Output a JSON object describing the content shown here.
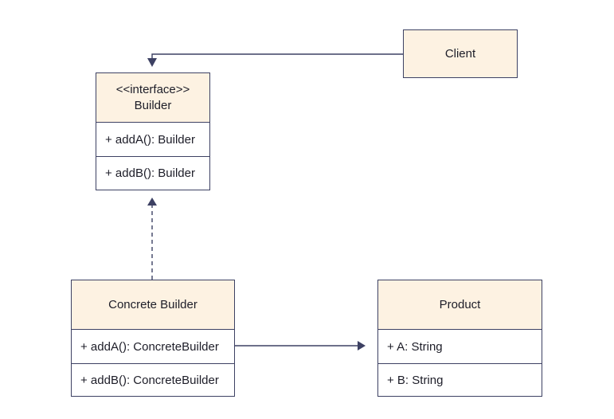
{
  "client": {
    "name": "Client"
  },
  "builder": {
    "stereotype": "<<interface>>",
    "name": "Builder",
    "methods": [
      "+ addA(): Builder",
      "+ addB(): Builder"
    ]
  },
  "concrete_builder": {
    "name": "Concrete Builder",
    "methods": [
      "+ addA(): ConcreteBuilder",
      "+ addB(): ConcreteBuilder"
    ]
  },
  "product": {
    "name": "Product",
    "attributes": [
      "+ A: String",
      "+ B: String"
    ]
  },
  "colors": {
    "header_fill": "#fdf2e2",
    "border": "#3d4163",
    "text": "#1d1d28"
  }
}
